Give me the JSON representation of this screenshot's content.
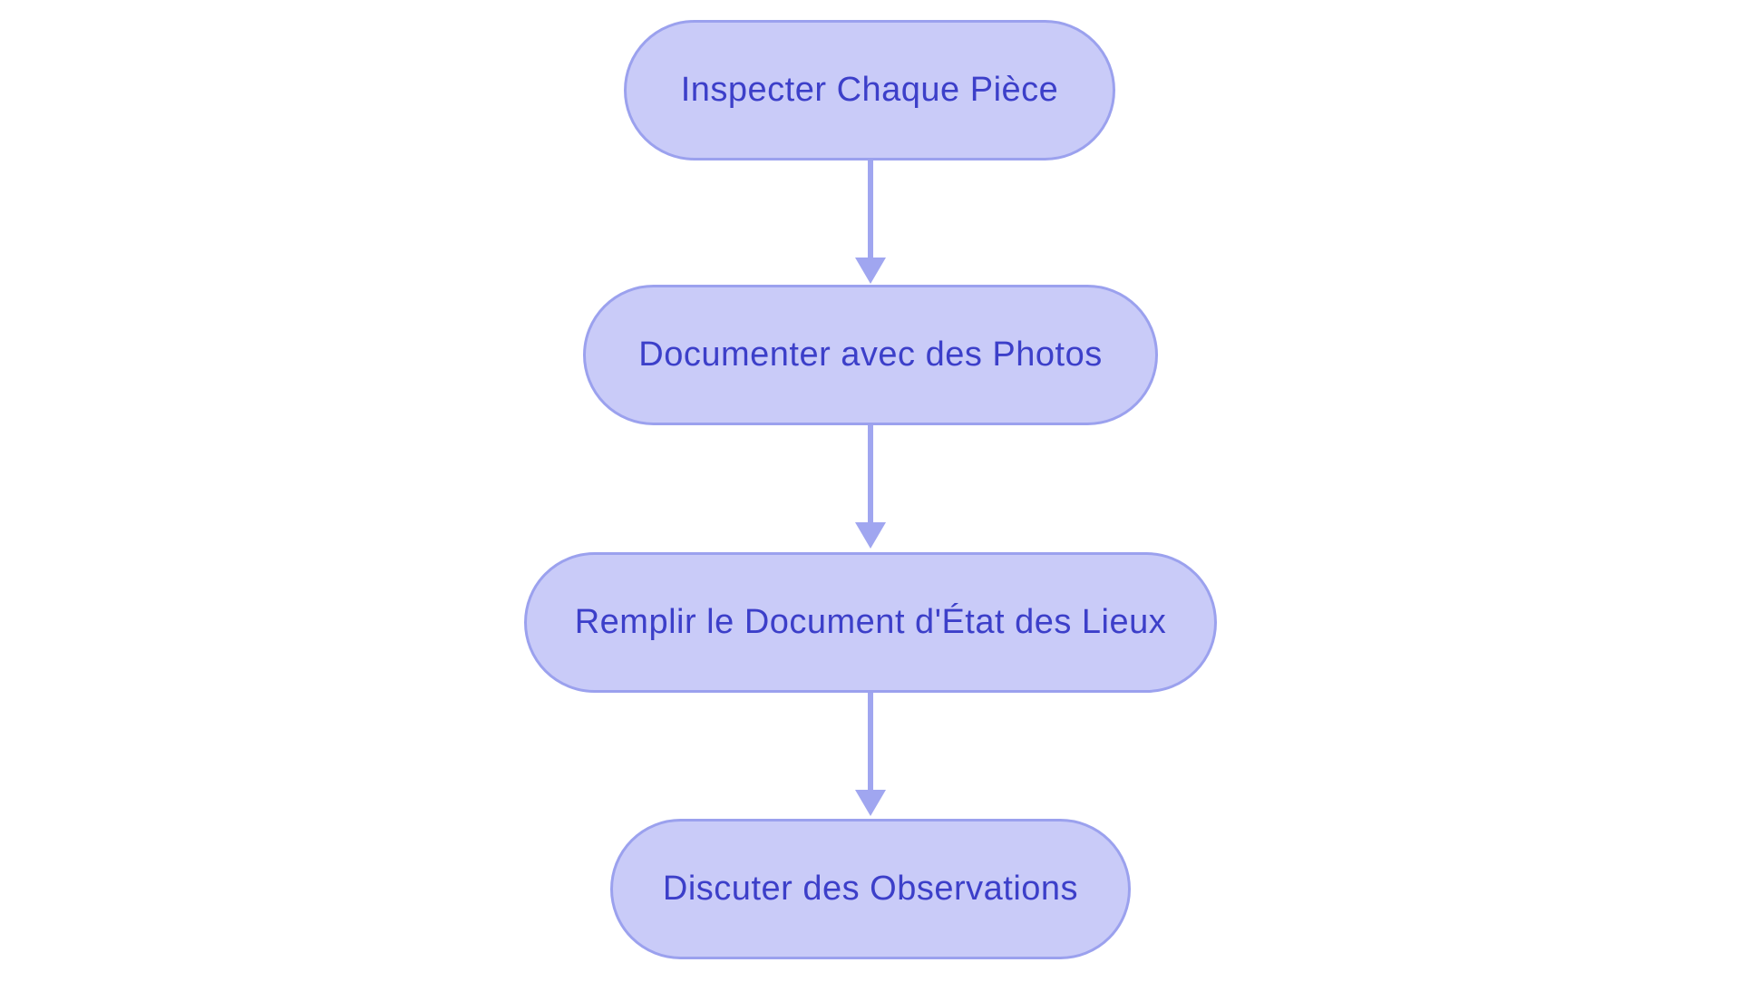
{
  "diagram": {
    "type": "flowchart",
    "direction": "top-to-bottom",
    "nodes": [
      {
        "id": "node-1",
        "label": "Inspecter Chaque Pièce",
        "shape": "stadium"
      },
      {
        "id": "node-2",
        "label": "Documenter avec des Photos",
        "shape": "stadium"
      },
      {
        "id": "node-3",
        "label": "Remplir le Document d'État des Lieux",
        "shape": "stadium"
      },
      {
        "id": "node-4",
        "label": "Discuter des Observations",
        "shape": "stadium"
      }
    ],
    "edges": [
      {
        "from": "node-1",
        "to": "node-2",
        "style": "arrow-down"
      },
      {
        "from": "node-2",
        "to": "node-3",
        "style": "arrow-down"
      },
      {
        "from": "node-3",
        "to": "node-4",
        "style": "arrow-down"
      }
    ],
    "colors": {
      "background": "#ffffff",
      "node_fill": "#c9cbf8",
      "node_border": "#9ba1ee",
      "node_text": "#3c3fc9",
      "arrow": "#a0a6f0"
    }
  }
}
